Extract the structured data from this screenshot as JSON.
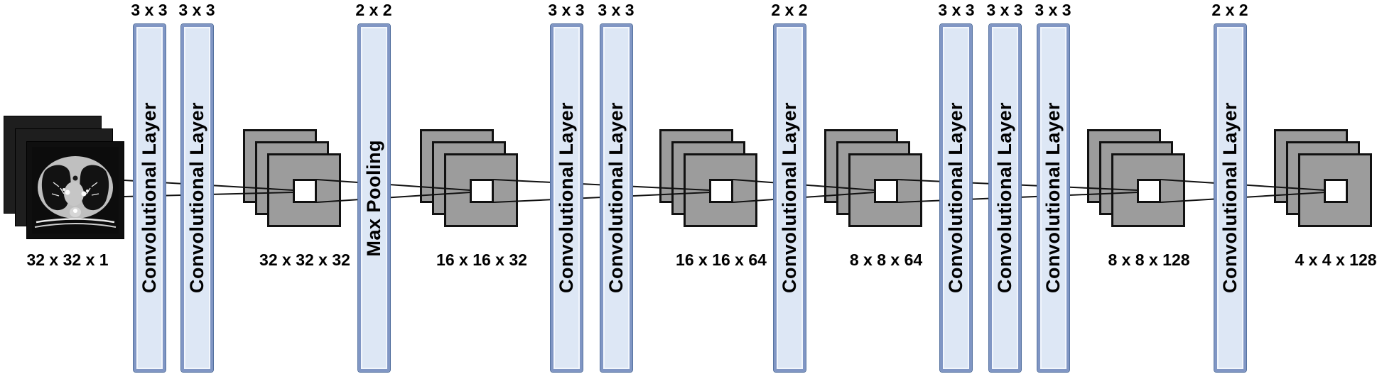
{
  "diagram": {
    "type": "cnn-architecture",
    "colors": {
      "bar_fill": "#dde7f5",
      "bar_border": "#8096c4",
      "feature_map_fill": "#9c9c9c",
      "feature_map_border": "#111111",
      "kernel_window_fill": "#ffffff",
      "line_color": "#111111",
      "input_slice_fill": "#1e1e1e",
      "text_color": "#000000"
    }
  },
  "input": {
    "dims": "32 x 32 x 1",
    "image": "chest-ct-scan"
  },
  "bars": [
    {
      "kernel": "3 x 3",
      "label": "Convolutional Layer"
    },
    {
      "kernel": "3 x 3",
      "label": "Convolutional Layer"
    },
    {
      "kernel": "2 x 2",
      "label": "Max Pooling"
    },
    {
      "kernel": "3 x 3",
      "label": "Convolutional Layer"
    },
    {
      "kernel": "3 x 3",
      "label": "Convolutional Layer"
    },
    {
      "kernel": "2 x 2",
      "label": "Convolutional Layer"
    },
    {
      "kernel": "3 x 3",
      "label": "Convolutional Layer"
    },
    {
      "kernel": "3 x 3",
      "label": "Convolutional Layer"
    },
    {
      "kernel": "3 x 3",
      "label": "Convolutional Layer"
    },
    {
      "kernel": "2 x 2",
      "label": "Convolutional Layer"
    }
  ],
  "feature_stacks": [
    {
      "dims": "32 x 32 x 32"
    },
    {
      "dims": "16 x 16 x 32"
    },
    {
      "dims": "16 x 16 x 64"
    },
    {
      "dims": "8 x 8 x 64"
    },
    {
      "dims": "8 x 8 x 128"
    },
    {
      "dims": "4 x 4 x 128"
    }
  ]
}
